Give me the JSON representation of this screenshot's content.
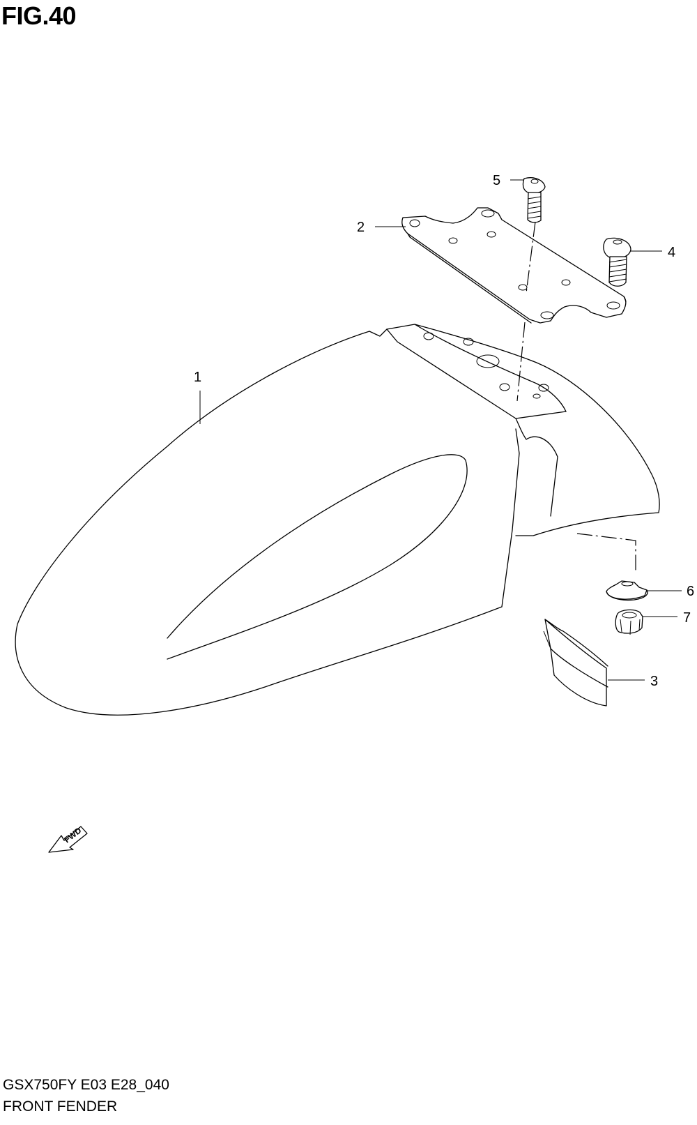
{
  "figure": {
    "title": "FIG.40",
    "model_code": "GSX750FY E03 E28_040",
    "section_name": "FRONT FENDER"
  },
  "callouts": [
    {
      "id": "1",
      "label": "1"
    },
    {
      "id": "2",
      "label": "2"
    },
    {
      "id": "3",
      "label": "3"
    },
    {
      "id": "4",
      "label": "4"
    },
    {
      "id": "5",
      "label": "5"
    },
    {
      "id": "6",
      "label": "6"
    },
    {
      "id": "7",
      "label": "7"
    }
  ],
  "fwd_arrow": {
    "label": "FWD",
    "icon": "fwd-arrow-icon"
  }
}
